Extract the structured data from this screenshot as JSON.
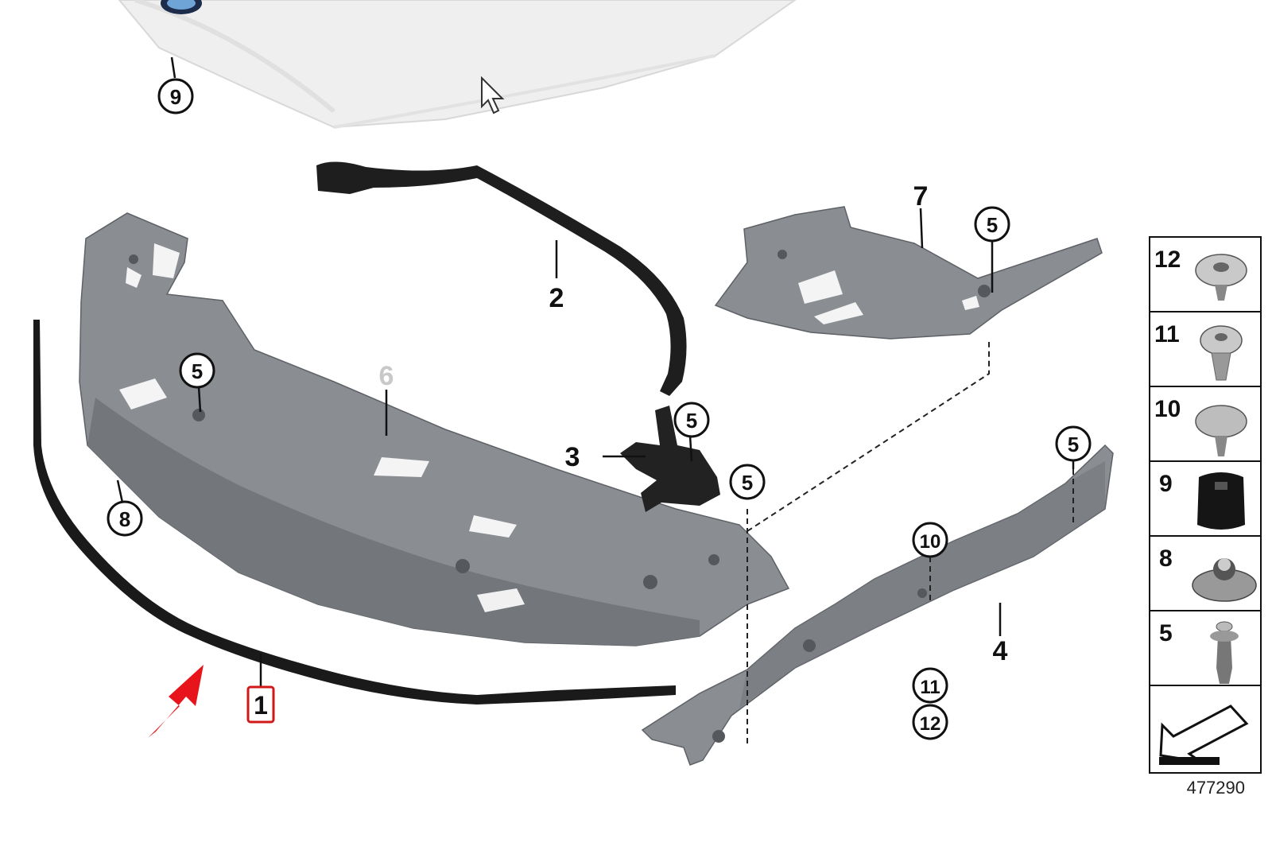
{
  "callouts": {
    "c1": "1",
    "c2": "2",
    "c3": "3",
    "c4": "4",
    "c5": "5",
    "c6": "6",
    "c7": "7",
    "c8": "8",
    "c9": "9",
    "c10": "10",
    "c11": "11",
    "c12": "12"
  },
  "legend": [
    "12",
    "11",
    "10",
    "9",
    "8",
    "5"
  ],
  "diagram_number": "477290",
  "colors": {
    "highlight_arrow": "#e8141b",
    "highlight_box": "#d01818",
    "part_gray": "#8a8d92"
  },
  "icons": [
    "cursor-arrow-icon",
    "clip-icon",
    "pointer-arrow-icon"
  ]
}
